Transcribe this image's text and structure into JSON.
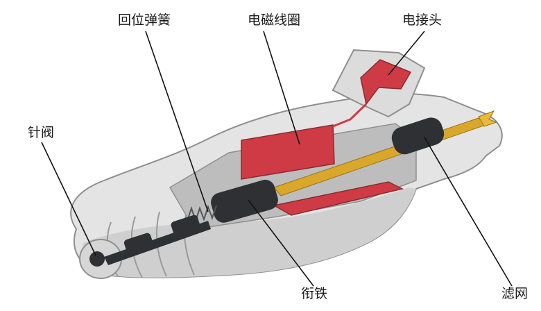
{
  "labels": {
    "return_spring": "回位弹簧",
    "solenoid_coil": "电磁线圈",
    "connector": "电接头",
    "needle_valve": "针阀",
    "armature": "衔铁",
    "filter": "滤网"
  },
  "colors": {
    "body_light": "#e6e6e6",
    "body_mid": "#c9c9c9",
    "body_dark": "#a8a8a8",
    "coil_red": "#cf3b45",
    "rod_dark": "#2e3033",
    "wire_gold": "#d9a72a",
    "leader_line": "#111111"
  }
}
